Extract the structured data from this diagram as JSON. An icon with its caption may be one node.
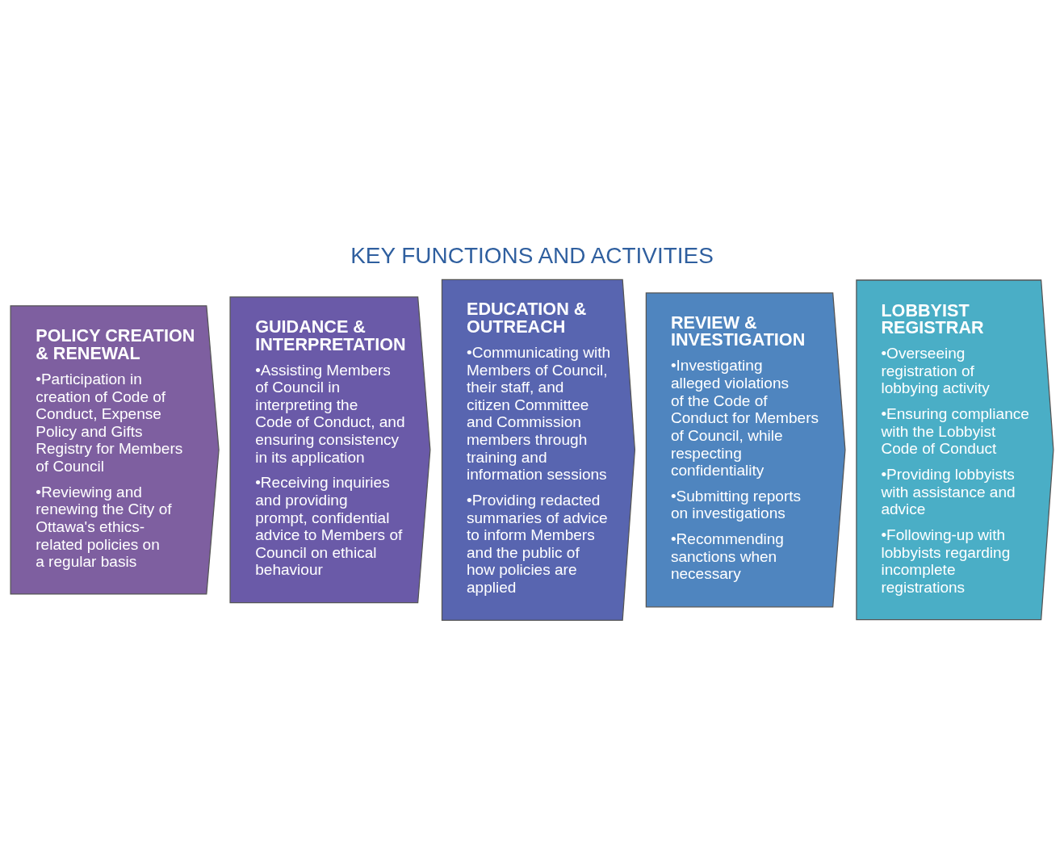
{
  "diagram": {
    "title": "KEY FUNCTIONS AND ACTIVITIES",
    "nodes": [
      {
        "text": [
          "POLICY CREATION & RENEWAL",
          "•Participation in creation of Code of Conduct, Expense Policy and Gifts Registry for Members of Council",
          "•Reviewing and renewing the City of Ottawa's ethics-related policies on a regular basis"
        ]
      },
      {
        "text": [
          "GUIDANCE & INTERPRETATION",
          "•Assisting Members of Council in interpreting the Code of Conduct, and ensuring consistency in its application",
          "•Receiving inquiries and providing prompt, confidential advice to Members of Council on ethical behaviour"
        ]
      },
      {
        "text": [
          "EDUCATION & OUTREACH",
          "•Communicating with Members of Council, their staff, and citizen Committee and Commission members through training and information sessions",
          "•Providing redacted summaries of advice to inform Members and the public of how policies are applied"
        ]
      },
      {
        "text": [
          "REVIEW & INVESTIGATION",
          "•Investigating alleged violations of the Code of Conduct for Members of Council, while respecting confidentiality",
          "•Submitting reports on investigations",
          "•Recommending sanctions when necessary"
        ]
      },
      {
        "text": [
          "LOBBYIST REGISTRAR",
          "•Overseeing registration of lobbying activity",
          "•Ensuring compliance with the Lobbyist Code of Conduct",
          "•Providing lobbyists with assistance and advice",
          "•Following-up with lobbyists regarding incomplete registrations"
        ]
      }
    ],
    "edges": []
  }
}
